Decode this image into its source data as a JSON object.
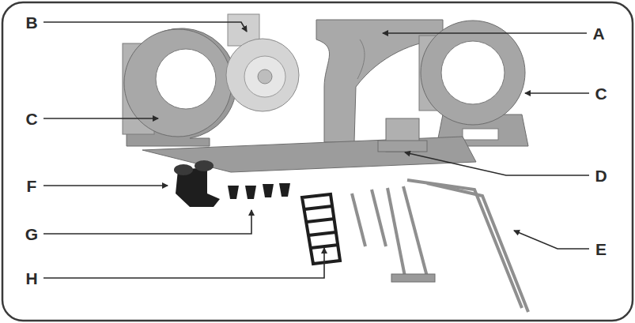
{
  "diagram": {
    "labels": [
      "B",
      "A",
      "C",
      "C",
      "D",
      "F",
      "G",
      "E",
      "H"
    ]
  }
}
